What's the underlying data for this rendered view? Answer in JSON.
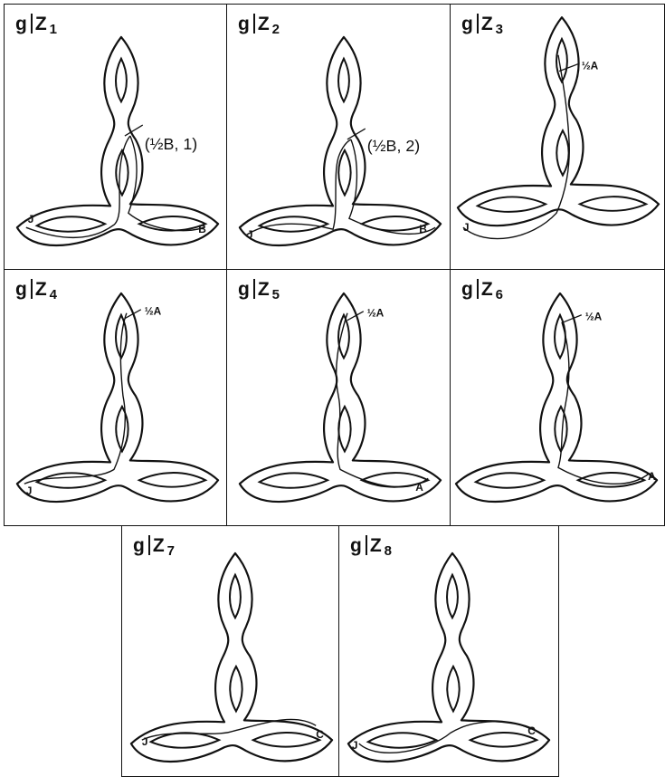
{
  "panels": [
    {
      "var": "g",
      "sub": "1",
      "annotation": "(½B, 1)",
      "labels": [
        "J",
        "B"
      ]
    },
    {
      "var": "g",
      "sub": "2",
      "annotation": "(½B, 2)",
      "labels": [
        "J",
        "B"
      ]
    },
    {
      "var": "g",
      "sub": "3",
      "annotation": "½A",
      "labels": [
        "J"
      ]
    },
    {
      "var": "g",
      "sub": "4",
      "annotation": "½A",
      "labels": [
        "J"
      ]
    },
    {
      "var": "g",
      "sub": "5",
      "annotation": "½A",
      "labels": [
        "A"
      ]
    },
    {
      "var": "g",
      "sub": "6",
      "annotation": "½A",
      "labels": [
        "A"
      ]
    },
    {
      "var": "g",
      "sub": "7",
      "annotation": "",
      "labels": [
        "J",
        "C"
      ]
    },
    {
      "var": "g",
      "sub": "8",
      "annotation": "",
      "labels": [
        "J",
        "C"
      ]
    }
  ],
  "z_letter": "Z"
}
